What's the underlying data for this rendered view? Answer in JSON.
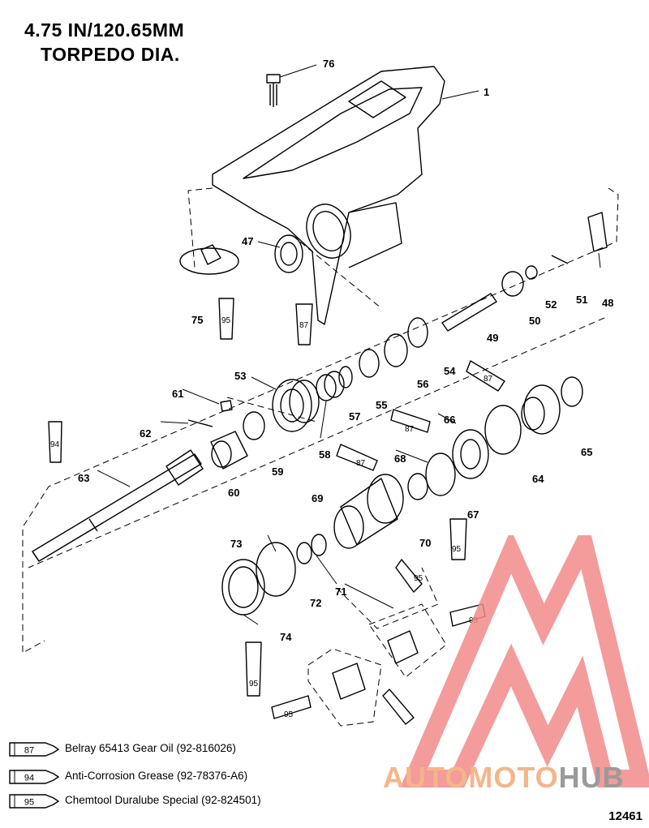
{
  "title_lines": [
    "4.75 IN/120.65MM",
    "TORPEDO DIA."
  ],
  "figure_number": "12461",
  "watermark": {
    "part1": "AUTOMOTO",
    "part2": "HUB",
    "accent": "#f28a8a",
    "text_accent": "#f5b58a",
    "text_gray": "#9a9a9a"
  },
  "legend": [
    {
      "code": "87",
      "text": "Belray 65413 Gear Oil (92-816026)"
    },
    {
      "code": "94",
      "text": "Anti-Corrosion Grease (92-78376-A6)"
    },
    {
      "code": "95",
      "text": "Chemtool Duralube Special (92-824501)"
    }
  ],
  "callouts": [
    "76",
    "1",
    "47",
    "75",
    "95",
    "87",
    "48",
    "52",
    "51",
    "50",
    "49",
    "54",
    "53",
    "61",
    "56",
    "55",
    "57",
    "87",
    "66",
    "62",
    "58",
    "87",
    "65",
    "59",
    "63",
    "60",
    "94",
    "68",
    "87",
    "64",
    "69",
    "67",
    "70",
    "95",
    "73",
    "95",
    "71",
    "72",
    "74",
    "95",
    "95",
    "95"
  ]
}
